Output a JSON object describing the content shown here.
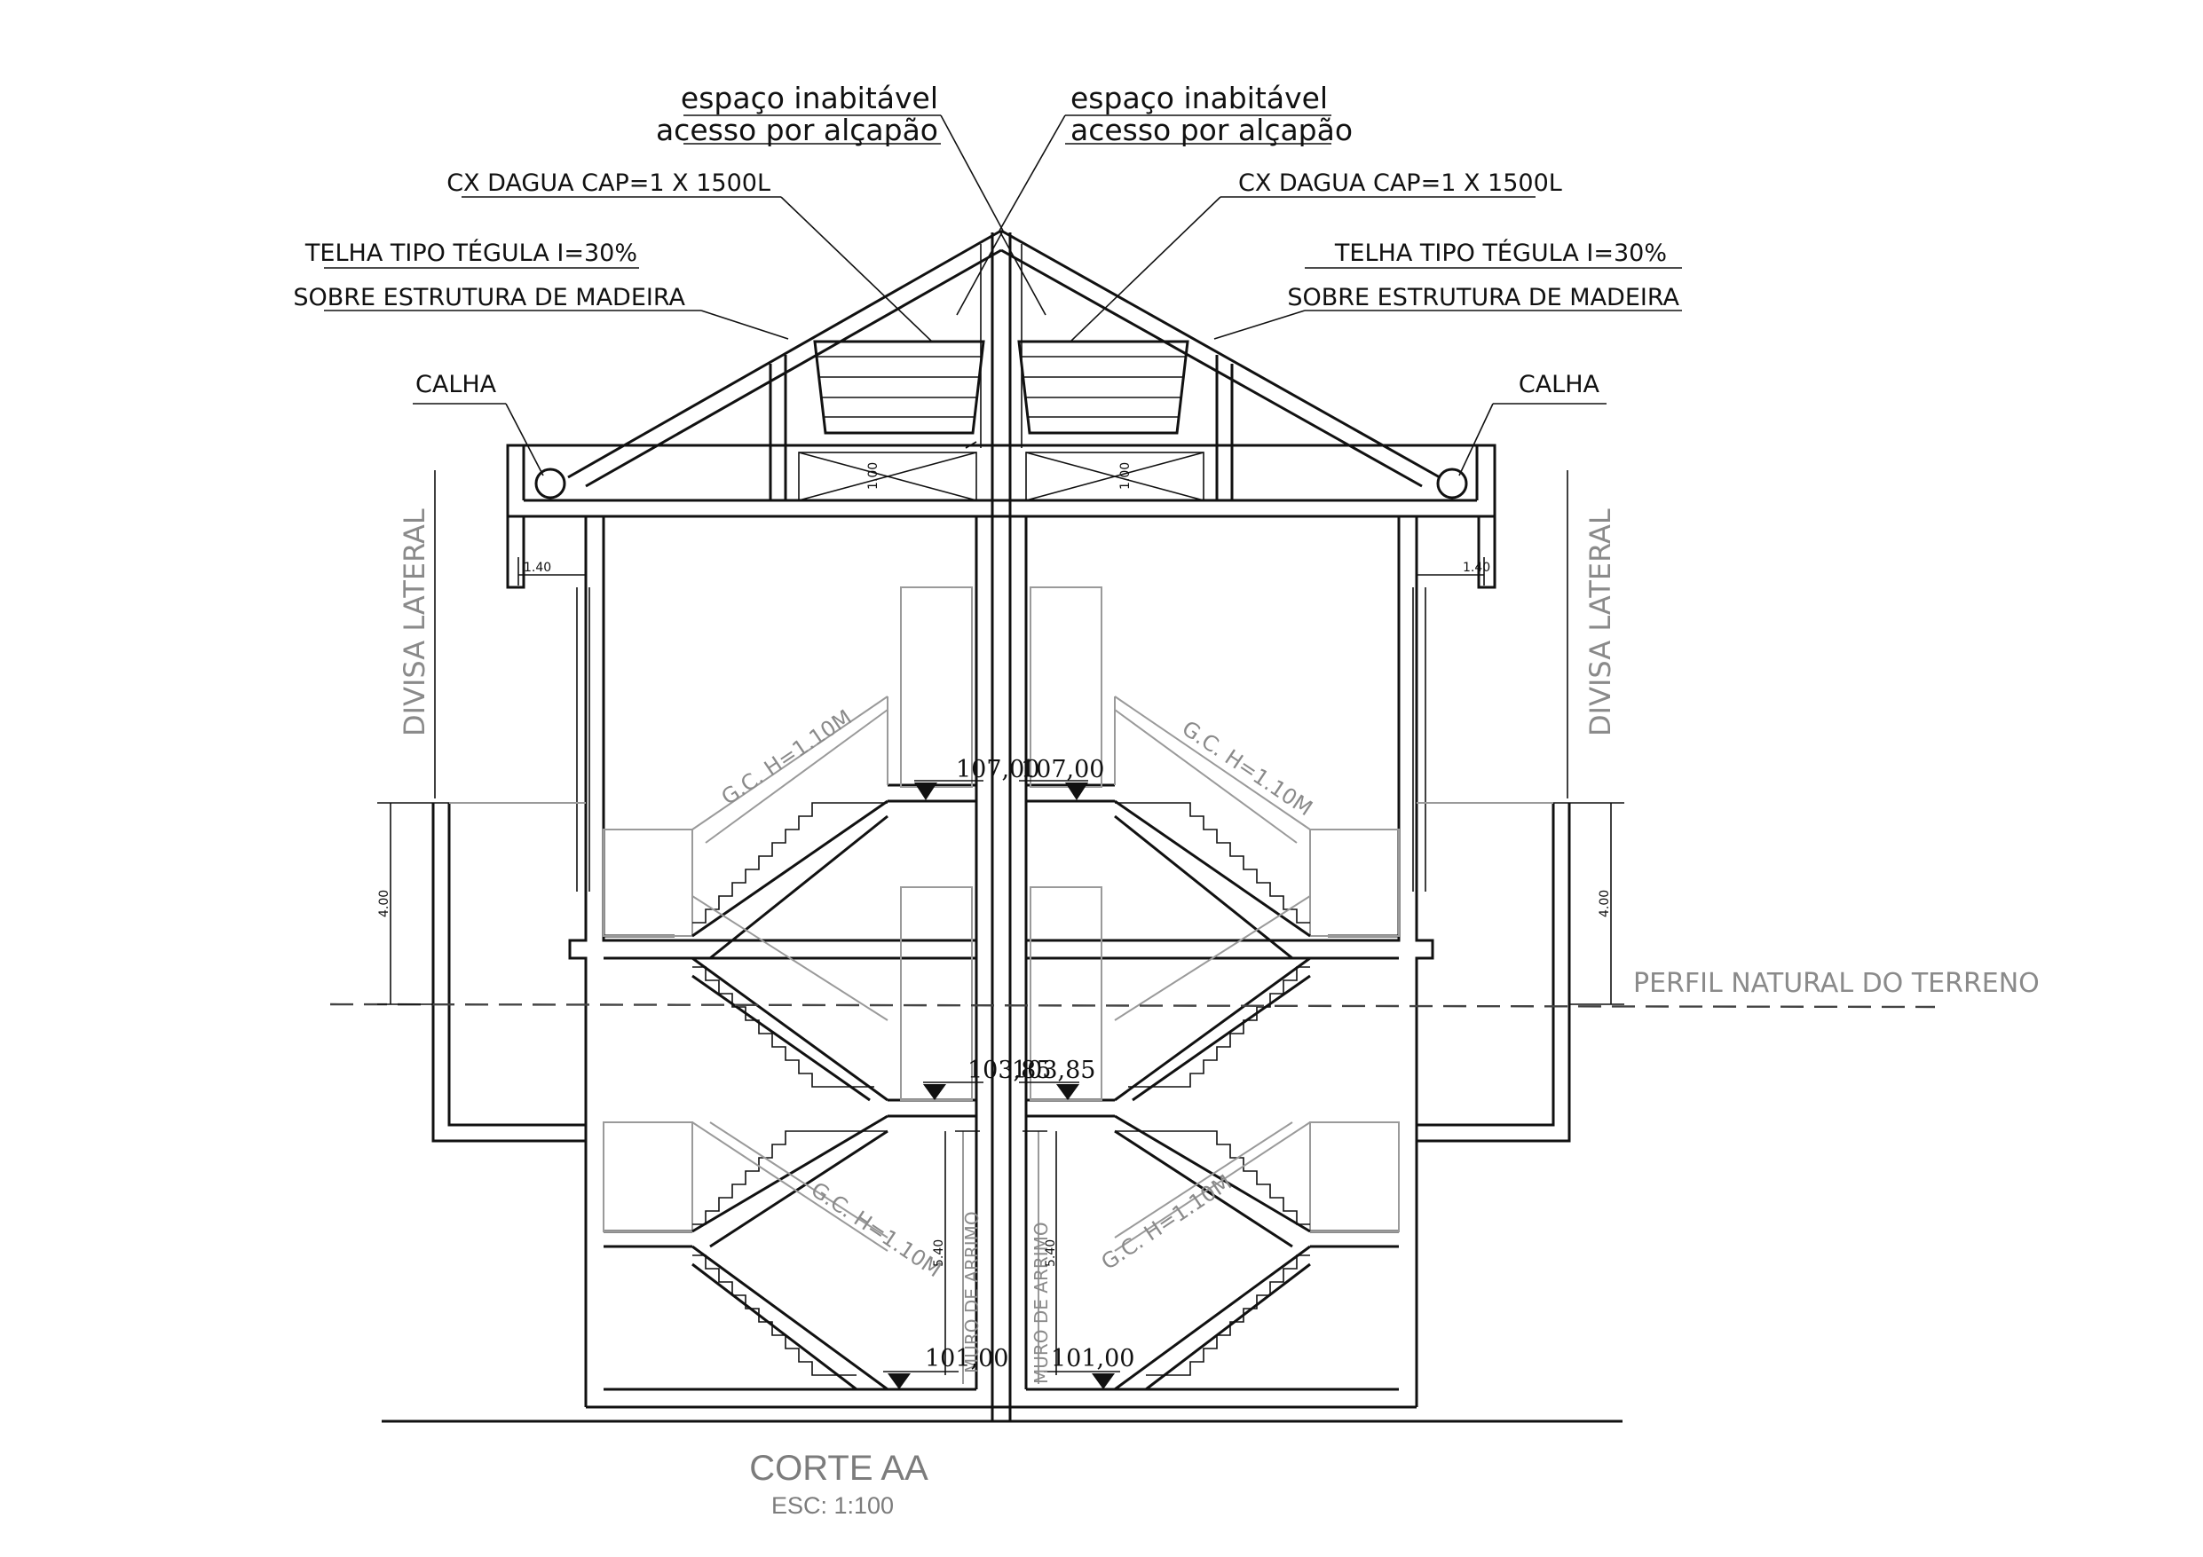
{
  "notes": {
    "espaco_left_1": "espaço inabitável",
    "espaco_left_2": "acesso por alçapão",
    "espaco_right_1": "espaço inabitável",
    "espaco_right_2": "acesso por alçapão",
    "cx_left": "CX DAGUA  CAP=1 X 1500L",
    "cx_right": "CX DAGUA  CAP=1 X 1500L",
    "telha_left_1": "TELHA TIPO TÉGULA I=30%",
    "telha_left_2": "SOBRE ESTRUTURA DE MADEIRA",
    "telha_right_1": "TELHA TIPO TÉGULA I=30%",
    "telha_right_2": "SOBRE ESTRUTURA DE MADEIRA",
    "calha_left": "CALHA",
    "calha_right": "CALHA"
  },
  "side": {
    "divisa_left": "DIVISA LATERAL",
    "divisa_right": "DIVISA LATERAL",
    "perfil": "PERFIL NATURAL DO TERRENO",
    "muro_left": "MURO DE ARRIMO",
    "muro_right": "MURO DE ARRIMO"
  },
  "guardrail": {
    "upper_left": "G.C. H=1.10M",
    "upper_right": "G.C. H=1.10M",
    "lower_left": "G.C. H=1.10M",
    "lower_right": "G.C. H=1.10M"
  },
  "levels": {
    "top_left": "107,00",
    "top_right": "107,00",
    "mid_left": "103,85",
    "mid_right": "103,85",
    "bottom_left": "101,00",
    "bottom_right": "101,00"
  },
  "dimensions": {
    "eave_left": "1.40",
    "eave_right": "1.40",
    "attic_left": "1.00",
    "attic_right": "1.00",
    "wall_left": "4.00",
    "wall_right": "4.00",
    "muro_left": "5.40",
    "muro_right": "5.40"
  },
  "title": {
    "main": "CORTE AA",
    "scale": "ESC: 1:100"
  }
}
